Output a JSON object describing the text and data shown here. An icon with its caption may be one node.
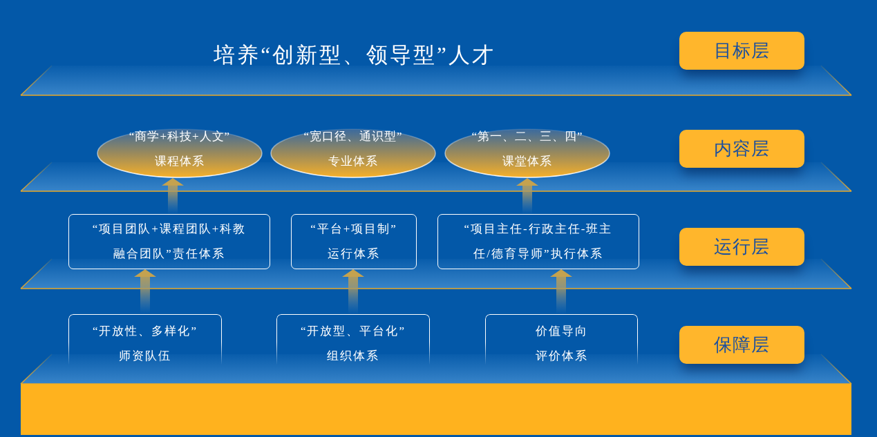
{
  "diagram": {
    "nodes": [
      {
        "text": [
          "目标层"
        ]
      },
      {
        "text": [
          "“商学+科技+人文”",
          "课程体系"
        ]
      },
      {
        "text": [
          "“宽口径、通识型”",
          "专业体系"
        ]
      },
      {
        "text": [
          "“第一、二、三、四”",
          "课堂体系"
        ]
      },
      {
        "text": [
          "内容层"
        ]
      },
      {
        "text": [
          "“项目团队+课程团队+科教融合团队”责任体系"
        ]
      },
      {
        "text": [
          "“平台+项目制”",
          "运行体系"
        ]
      },
      {
        "text": [
          "“项目主任-行政主任-班主任/德育导师”执行体系"
        ]
      },
      {
        "text": [
          "运行层"
        ]
      },
      {
        "text": [
          "“开放性、多样化”",
          "师资队伍"
        ]
      },
      {
        "text": [
          "“开放型、平台化”",
          "组织体系"
        ]
      },
      {
        "text": [
          "价值导向",
          "评价体系"
        ]
      },
      {
        "text": [
          "保障层"
        ]
      }
    ],
    "edges": [
      {
        "from": 5,
        "to": 1,
        "arrow": "to"
      },
      {
        "from": 7,
        "to": 3,
        "arrow": "to"
      },
      {
        "from": 9,
        "to": 5,
        "arrow": "to"
      },
      {
        "from": 10,
        "to": 6,
        "arrow": "to"
      },
      {
        "from": 11,
        "to": 7,
        "arrow": "to"
      }
    ],
    "labels": [
      "培养“创新型、领导型”人才"
    ]
  }
}
